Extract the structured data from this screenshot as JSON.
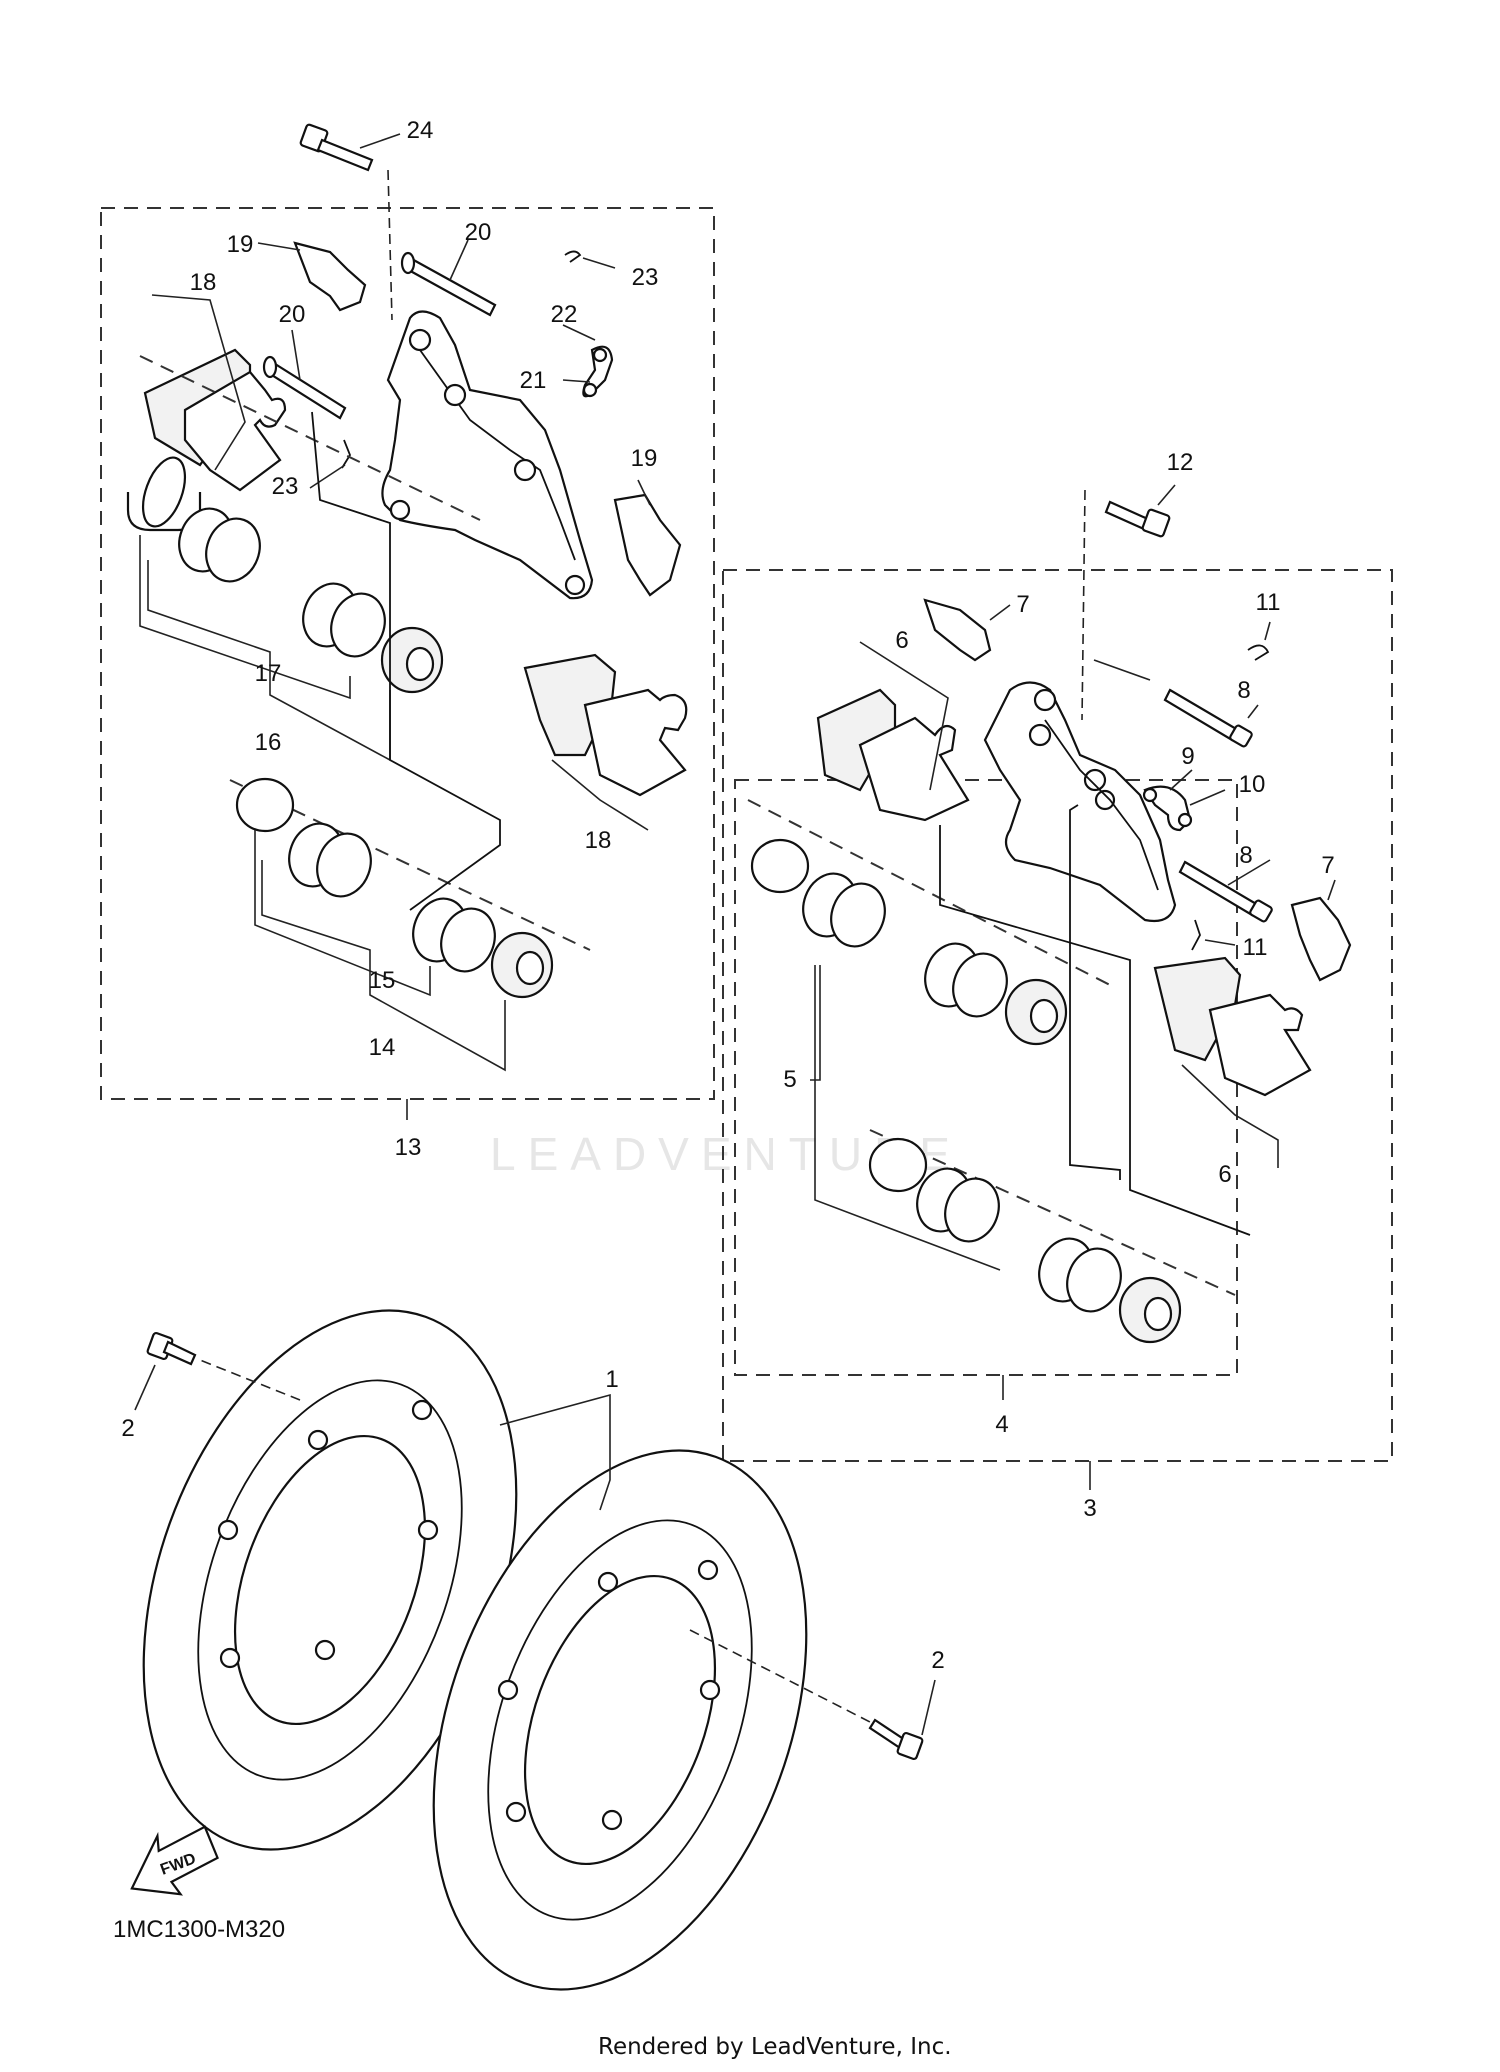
{
  "diagram": {
    "code": "1MC1300-M320",
    "footer": "Rendered by LeadVenture, Inc.",
    "watermark": "LEADVENTURE",
    "fwd_label": "FWD",
    "callouts": {
      "c1": "1",
      "c2a": "2",
      "c2b": "2",
      "c3": "3",
      "c4": "4",
      "c5": "5",
      "c6a": "6",
      "c6b": "6",
      "c7a": "7",
      "c7b": "7",
      "c8a": "8",
      "c8b": "8",
      "c9": "9",
      "c10": "10",
      "c11a": "11",
      "c11b": "11",
      "c12": "12",
      "c13": "13",
      "c14": "14",
      "c15": "15",
      "c16": "16",
      "c17": "17",
      "c18a": "18",
      "c18b": "18",
      "c19a": "19",
      "c19b": "19",
      "c20a": "20",
      "c20b": "20",
      "c21": "21",
      "c22": "22",
      "c23a": "23",
      "c23b": "23",
      "c24": "24"
    }
  }
}
